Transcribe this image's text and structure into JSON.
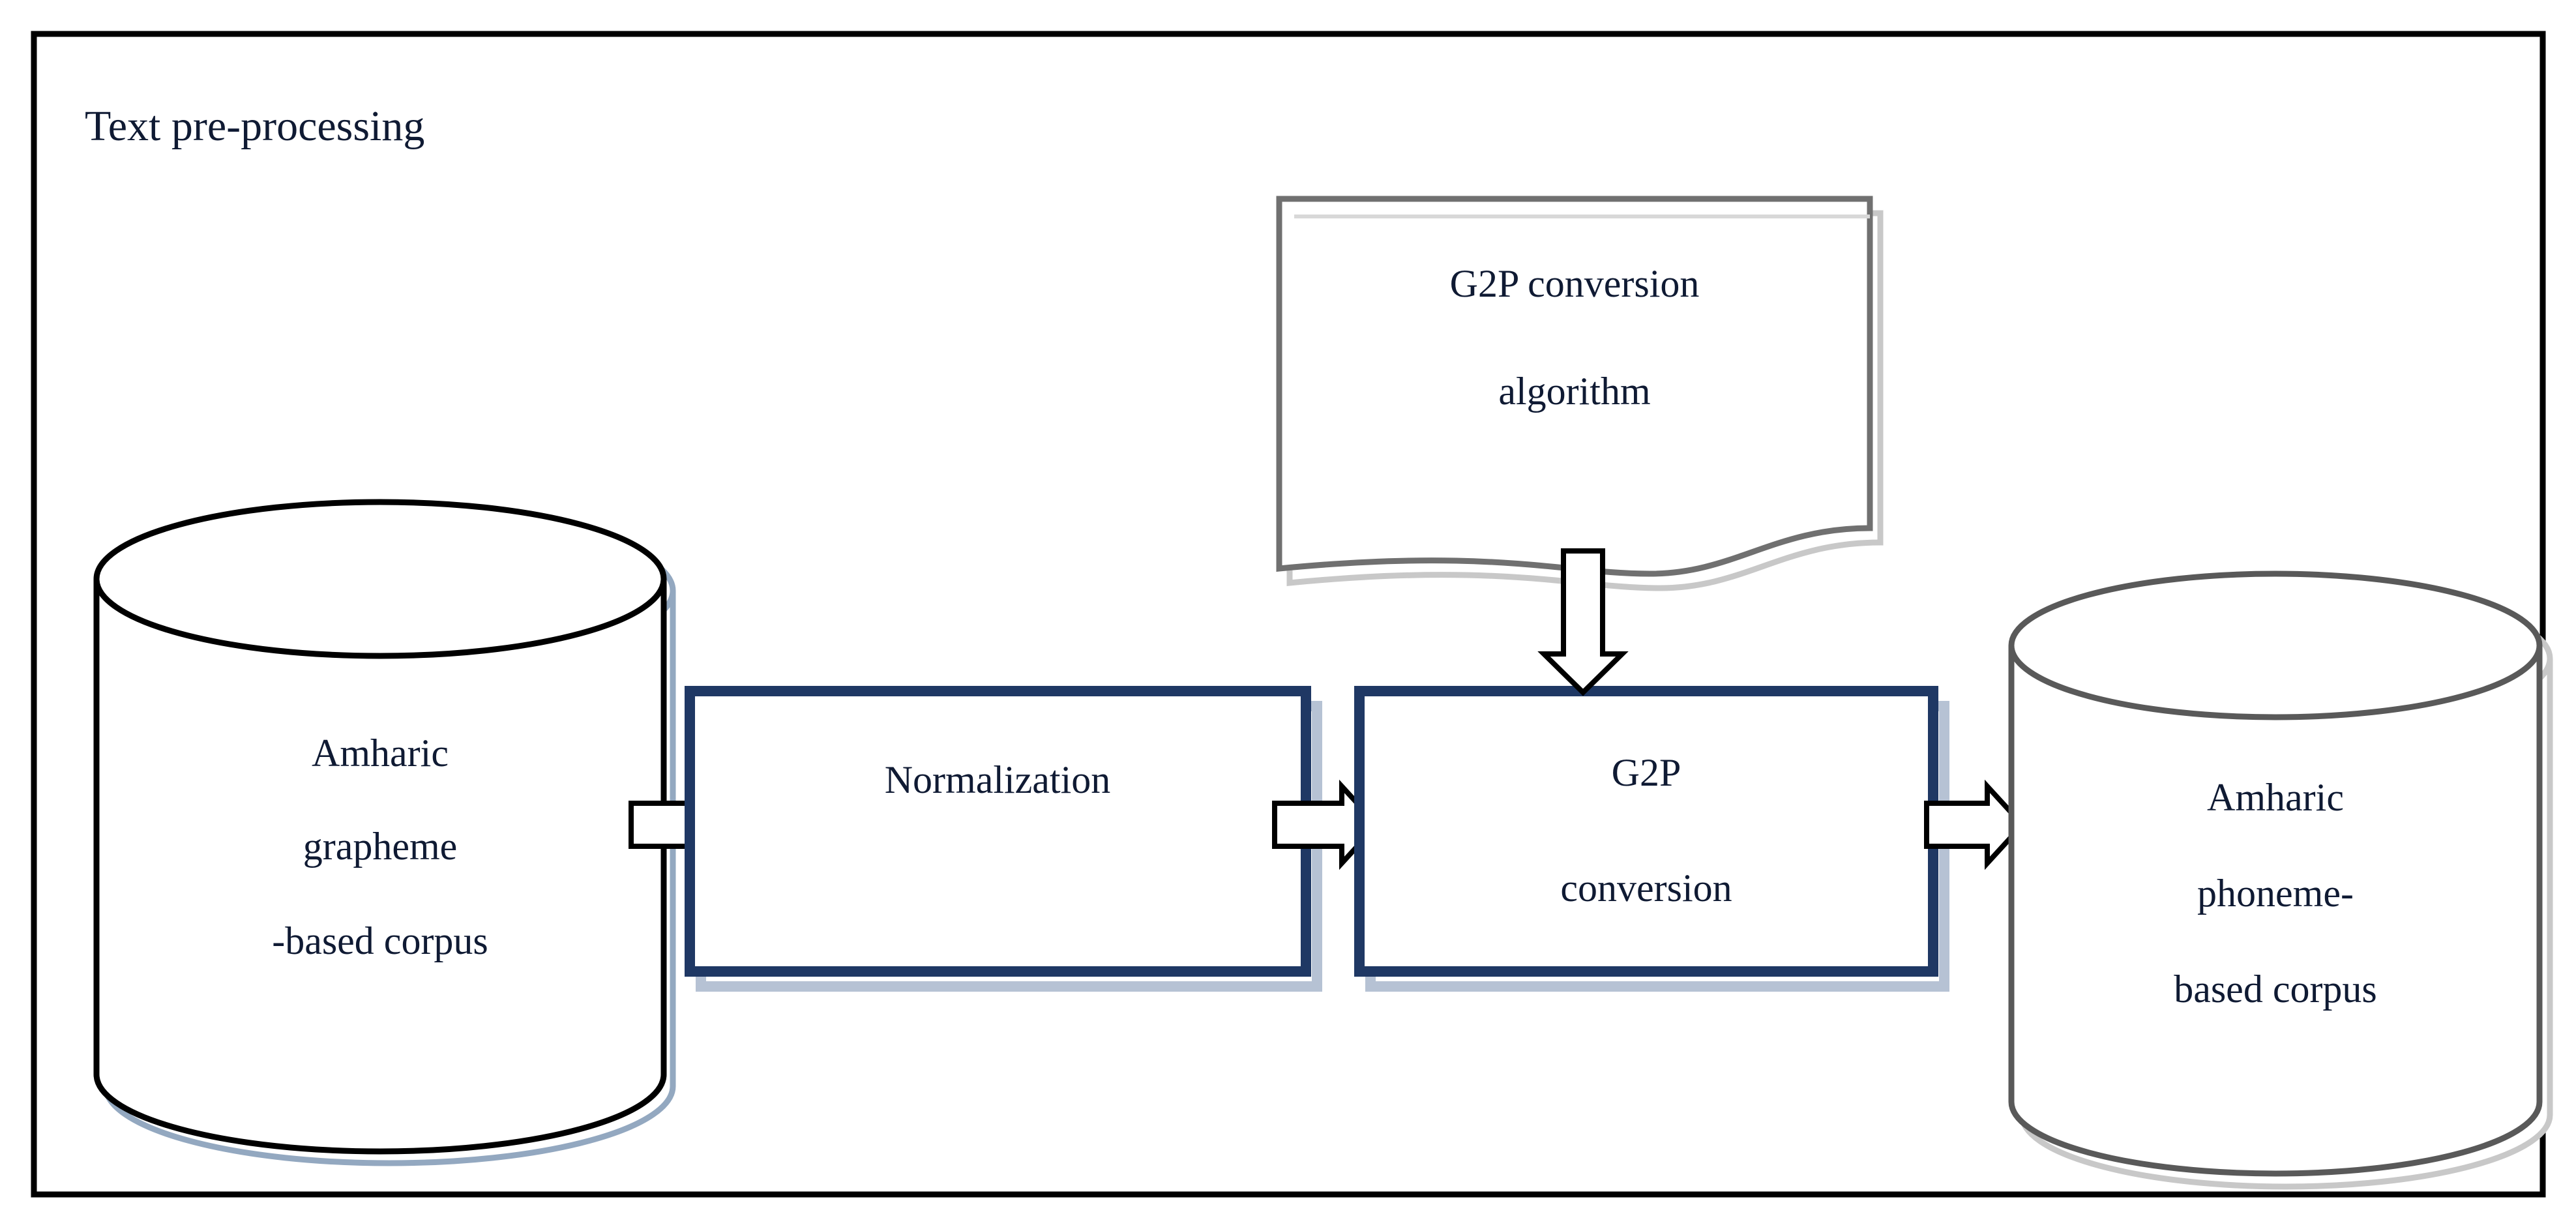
{
  "figure": {
    "frame_title": "Text pre-processing",
    "background_color": "#ffffff",
    "frame_border_color": "#000000"
  },
  "colors": {
    "title_text": "#0f1a33",
    "node_text": "#0f1a33",
    "process_box_border": "#1F3864",
    "process_box_shadow": "#b6c2d4",
    "source_cylinder_outline": "#000000",
    "source_cylinder_shadow": "#93a8c0",
    "target_cylinder_outline": "#595959",
    "target_cylinder_shadow": "#c8c8c8",
    "document_outline": "#707070",
    "document_shadow": "#c8c8c8",
    "arrow_stroke": "#000000",
    "arrow_fill": "#ffffff"
  },
  "nodes": {
    "source_corpus": {
      "shape": "cylinder",
      "lines": [
        "Amharic",
        "grapheme",
        "-based corpus"
      ]
    },
    "normalization": {
      "shape": "process-box",
      "lines": [
        "Normalization"
      ]
    },
    "g2p_conversion": {
      "shape": "process-box",
      "lines": [
        "G2P",
        "conversion"
      ]
    },
    "g2p_algorithm": {
      "shape": "document",
      "lines": [
        "G2P conversion",
        "algorithm"
      ]
    },
    "target_corpus": {
      "shape": "cylinder",
      "lines": [
        "Amharic",
        "phoneme-",
        "based corpus"
      ]
    }
  },
  "edges": [
    {
      "name": "source-to-normalization",
      "from": "source_corpus",
      "to": "normalization",
      "direction": "right",
      "style": "block-arrow"
    },
    {
      "name": "normalization-to-g2p",
      "from": "normalization",
      "to": "g2p_conversion",
      "direction": "right",
      "style": "block-arrow"
    },
    {
      "name": "algorithm-to-g2p",
      "from": "g2p_algorithm",
      "to": "g2p_conversion",
      "direction": "down",
      "style": "block-arrow"
    },
    {
      "name": "g2p-to-target",
      "from": "g2p_conversion",
      "to": "target_corpus",
      "direction": "right",
      "style": "block-arrow"
    }
  ]
}
